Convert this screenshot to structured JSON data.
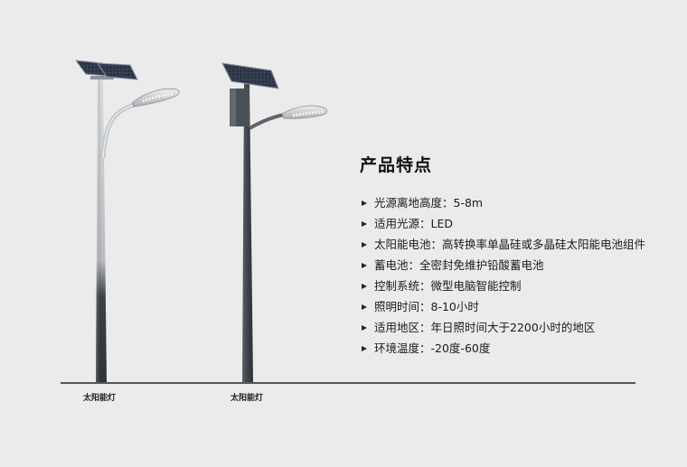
{
  "lamp_captions": [
    "太阳能灯",
    "太阳能灯"
  ],
  "features": {
    "title": "产品特点",
    "items": [
      {
        "label": "光源离地高度：",
        "value": "5-8m"
      },
      {
        "label": "适用光源：",
        "value": "LED"
      },
      {
        "label": "太阳能电池：",
        "value": "高转换率单晶硅或多晶硅太阳能电池组件"
      },
      {
        "label": "蓄电池：",
        "value": "全密封免维护铅酸蓄电池"
      },
      {
        "label": "控制系统：",
        "value": "微型电脑智能控制"
      },
      {
        "label": "照明时间：",
        "value": "8-10小时"
      },
      {
        "label": "适用地区：",
        "value": "年日照时间大于2200小时的地区"
      },
      {
        "label": "环境温度：",
        "value": "-20度-60度"
      }
    ]
  },
  "colors": {
    "background": "#ebebeb",
    "pole_light": "#c9cdd1",
    "pole_dark": "#3a3f45",
    "panel": "#2a3240"
  }
}
